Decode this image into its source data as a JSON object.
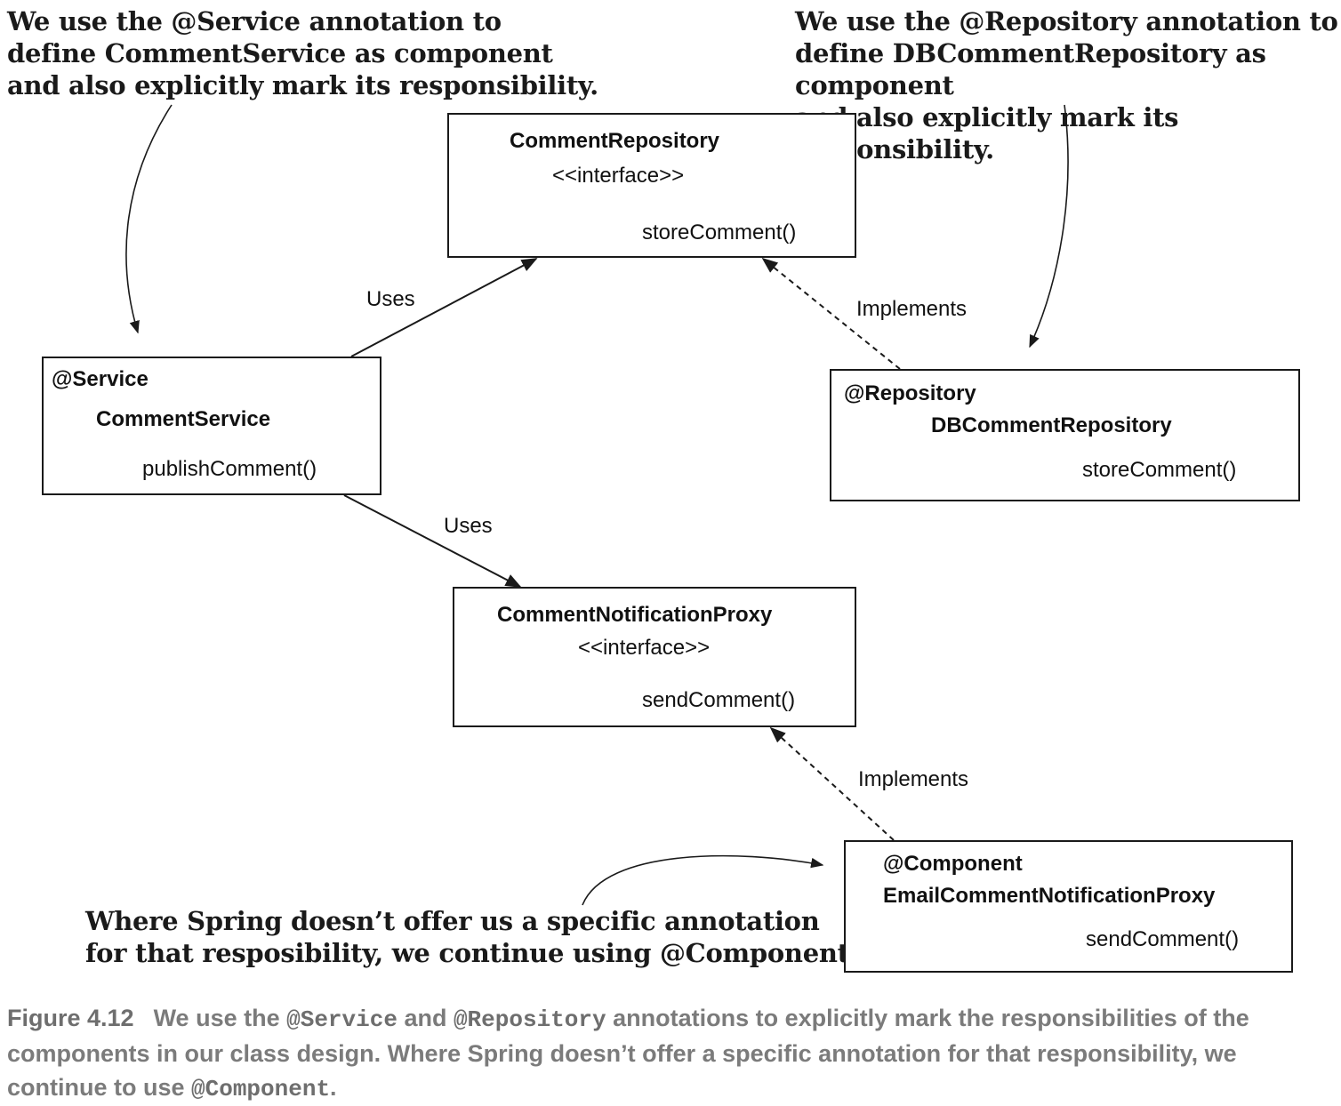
{
  "notes": {
    "service": "We use the @Service annotation to\ndefine CommentService as component\nand also explicitly mark its responsibility.",
    "repository": "We use the @Repository annotation to\ndefine DBCommentRepository as component\nand also explicitly mark its responsibility.",
    "component": "Where Spring doesn’t offer us a specific annotation\nfor that resposibility, we continue using @Component."
  },
  "boxes": {
    "comment_repository": {
      "name": "CommentRepository",
      "stereotype": "<<interface>>",
      "method": "storeComment()"
    },
    "comment_service": {
      "annotation": "@Service",
      "name": "CommentService",
      "method": "publishComment()"
    },
    "db_comment_repository": {
      "annotation": "@Repository",
      "name": "DBCommentRepository",
      "method": "storeComment()"
    },
    "comment_notification_proxy": {
      "name": "CommentNotificationProxy",
      "stereotype": "<<interface>>",
      "method": "sendComment()"
    },
    "email_comment_notification_proxy": {
      "annotation": "@Component",
      "name": "EmailCommentNotificationProxy",
      "method": "sendComment()"
    }
  },
  "edges": {
    "uses_repository": "Uses",
    "uses_proxy": "Uses",
    "implements_repository": "Implements",
    "implements_proxy": "Implements"
  },
  "caption": {
    "number": "Figure 4.12",
    "part1": "We use the ",
    "code1": "@Service",
    "part2": " and ",
    "code2": "@Repository",
    "part3": " annotations to explicitly mark the responsibilities of the components in our class design. Where Spring doesn’t offer a specific annotation for that responsibility, we continue to use ",
    "code3": "@Component",
    "part4": "."
  }
}
